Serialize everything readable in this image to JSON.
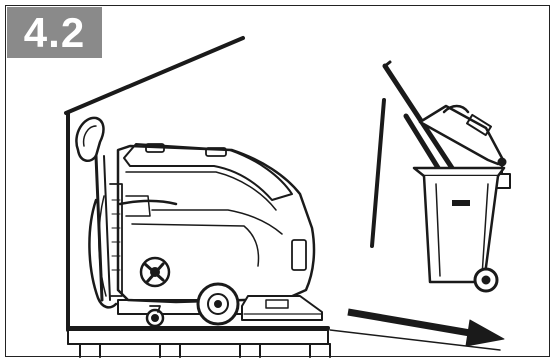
{
  "figure": {
    "step_number": "4.2",
    "colors": {
      "badge_bg": "#8a8a8a",
      "badge_text": "#ffffff",
      "ink": "#1a1a1a",
      "paper": "#ffffff"
    },
    "icons": [
      "floor-scrubber-machine",
      "waste-bin-icon",
      "pallet",
      "direction-arrow"
    ]
  }
}
